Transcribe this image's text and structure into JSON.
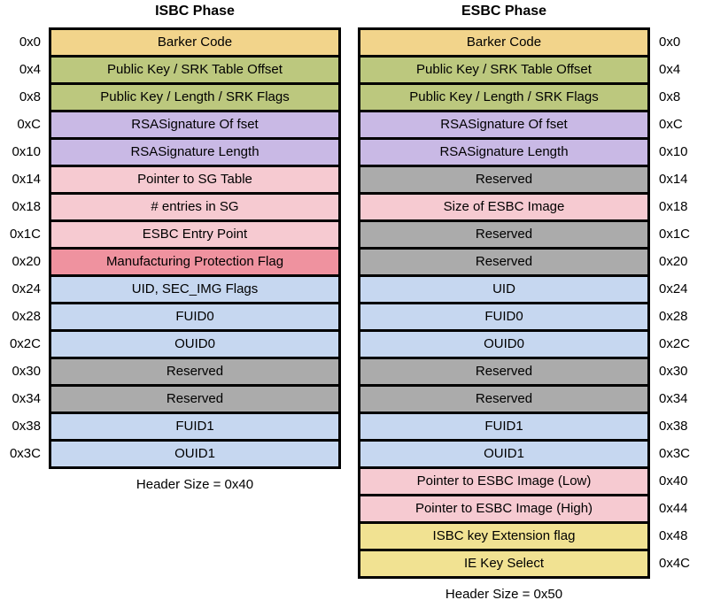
{
  "diagram": {
    "background": "#ffffff",
    "border_color": "#000000",
    "text_color": "#000000",
    "colors": {
      "gold": "#F2D48B",
      "olive": "#BCC87E",
      "purple": "#C9B9E5",
      "pink": "#F6CAD1",
      "salmon": "#EF929F",
      "blue": "#C6D7F0",
      "gray": "#ABABAB",
      "lemon": "#F1E292"
    },
    "tables": [
      {
        "title": "ISBC Phase",
        "offset_side": "left",
        "footer": "Header Size = 0x40",
        "rows": [
          {
            "offset": "0x0",
            "label": "Barker Code",
            "color": "gold"
          },
          {
            "offset": "0x4",
            "label": "Public Key / SRK Table Offset",
            "color": "olive"
          },
          {
            "offset": "0x8",
            "label": "Public Key / Length / SRK Flags",
            "color": "olive"
          },
          {
            "offset": "0xC",
            "label": "RSASignature Of fset",
            "color": "purple"
          },
          {
            "offset": "0x10",
            "label": "RSASignature Length",
            "color": "purple"
          },
          {
            "offset": "0x14",
            "label": "Pointer to SG Table",
            "color": "pink"
          },
          {
            "offset": "0x18",
            "label": "# entries in SG",
            "color": "pink"
          },
          {
            "offset": "0x1C",
            "label": "ESBC Entry Point",
            "color": "pink"
          },
          {
            "offset": "0x20",
            "label": "Manufacturing Protection Flag",
            "color": "salmon"
          },
          {
            "offset": "0x24",
            "label": "UID, SEC_IMG Flags",
            "color": "blue"
          },
          {
            "offset": "0x28",
            "label": "FUID0",
            "color": "blue"
          },
          {
            "offset": "0x2C",
            "label": "OUID0",
            "color": "blue"
          },
          {
            "offset": "0x30",
            "label": "Reserved",
            "color": "gray"
          },
          {
            "offset": "0x34",
            "label": "Reserved",
            "color": "gray"
          },
          {
            "offset": "0x38",
            "label": "FUID1",
            "color": "blue"
          },
          {
            "offset": "0x3C",
            "label": "OUID1",
            "color": "blue"
          }
        ]
      },
      {
        "title": "ESBC Phase",
        "offset_side": "right",
        "footer": "Header Size = 0x50",
        "rows": [
          {
            "offset": "0x0",
            "label": "Barker Code",
            "color": "gold"
          },
          {
            "offset": "0x4",
            "label": "Public Key / SRK Table Offset",
            "color": "olive"
          },
          {
            "offset": "0x8",
            "label": "Public Key / Length / SRK Flags",
            "color": "olive"
          },
          {
            "offset": "0xC",
            "label": "RSASignature Of fset",
            "color": "purple"
          },
          {
            "offset": "0x10",
            "label": "RSASignature Length",
            "color": "purple"
          },
          {
            "offset": "0x14",
            "label": "Reserved",
            "color": "gray"
          },
          {
            "offset": "0x18",
            "label": "Size of ESBC Image",
            "color": "pink"
          },
          {
            "offset": "0x1C",
            "label": "Reserved",
            "color": "gray"
          },
          {
            "offset": "0x20",
            "label": "Reserved",
            "color": "gray"
          },
          {
            "offset": "0x24",
            "label": "UID",
            "color": "blue"
          },
          {
            "offset": "0x28",
            "label": "FUID0",
            "color": "blue"
          },
          {
            "offset": "0x2C",
            "label": "OUID0",
            "color": "blue"
          },
          {
            "offset": "0x30",
            "label": "Reserved",
            "color": "gray"
          },
          {
            "offset": "0x34",
            "label": "Reserved",
            "color": "gray"
          },
          {
            "offset": "0x38",
            "label": "FUID1",
            "color": "blue"
          },
          {
            "offset": "0x3C",
            "label": "OUID1",
            "color": "blue"
          },
          {
            "offset": "0x40",
            "label": "Pointer to ESBC Image (Low)",
            "color": "pink"
          },
          {
            "offset": "0x44",
            "label": "Pointer to ESBC Image (High)",
            "color": "pink"
          },
          {
            "offset": "0x48",
            "label": "ISBC key Extension flag",
            "color": "lemon"
          },
          {
            "offset": "0x4C",
            "label": "IE Key Select",
            "color": "lemon"
          }
        ]
      }
    ]
  }
}
